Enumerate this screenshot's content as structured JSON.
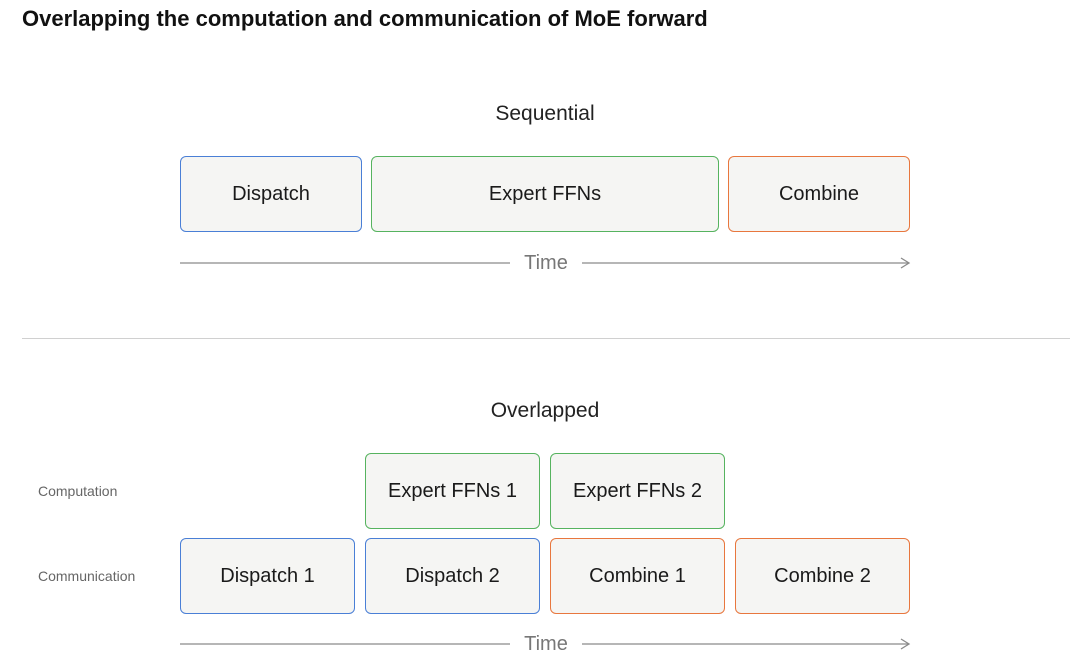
{
  "title": "Overlapping the computation and communication of MoE forward",
  "colors": {
    "dispatch": "#4a7fd6",
    "expert": "#56b35f",
    "combine": "#e8773e",
    "box_fill": "#f5f5f3"
  },
  "sequential": {
    "title": "Sequential",
    "blocks": [
      {
        "label": "Dispatch",
        "kind": "dispatch"
      },
      {
        "label": "Expert FFNs",
        "kind": "expert"
      },
      {
        "label": "Combine",
        "kind": "combine"
      }
    ],
    "axis_label": "Time"
  },
  "overlapped": {
    "title": "Overlapped",
    "row_labels": {
      "computation": "Computation",
      "communication": "Communication"
    },
    "computation_blocks": [
      {
        "label": "Expert FFNs 1",
        "kind": "expert"
      },
      {
        "label": "Expert FFNs 2",
        "kind": "expert"
      }
    ],
    "communication_blocks": [
      {
        "label": "Dispatch 1",
        "kind": "dispatch"
      },
      {
        "label": "Dispatch 2",
        "kind": "dispatch"
      },
      {
        "label": "Combine 1",
        "kind": "combine"
      },
      {
        "label": "Combine 2",
        "kind": "combine"
      }
    ],
    "axis_label": "Time"
  }
}
